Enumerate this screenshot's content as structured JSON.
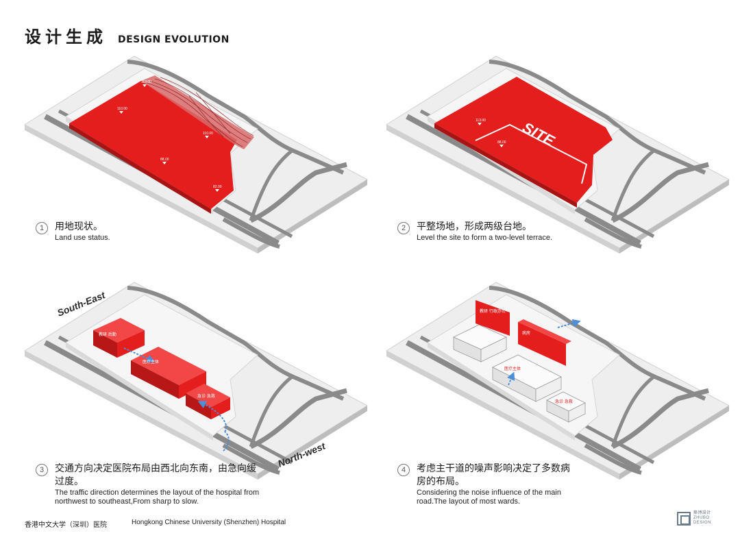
{
  "header": {
    "title_cn": "设计生成",
    "title_en": "DESIGN EVOLUTION"
  },
  "panels": [
    {
      "number": "1",
      "caption_cn": "用地现状。",
      "caption_en": "Land use status.",
      "elevations": [
        "113.00",
        "110.00",
        "110.00",
        "88.00",
        "82.00"
      ]
    },
    {
      "number": "2",
      "caption_cn": "平整场地，形成两级台地。",
      "caption_en": "Level the site to form a two-level terrace.",
      "elevations": [
        "113.00",
        "88.00"
      ],
      "site_label": "SITE"
    },
    {
      "number": "3",
      "caption_cn": "交通方向决定医院布局由西北向东南，由急向缓过度。",
      "caption_en": "The traffic direction determines the layout of the hospital from northwest to southeast,From sharp to slow.",
      "direction_labels": [
        "South-East",
        "North-west"
      ],
      "block_labels": [
        "教研\n后勤",
        "医疗主体",
        "急诊\n急救"
      ]
    },
    {
      "number": "4",
      "caption_cn": "考虑主干道的噪声影响决定了多数病房的布局。",
      "caption_en": "Considering the noise influence of the main road.The layout of most wards.",
      "block_labels": [
        "教研\n行政办公",
        "病房",
        "医疗主体",
        "急诊\n急救"
      ]
    }
  ],
  "footer": {
    "left_cn": "香港中文大学（深圳）医院",
    "left_en": "Hongkong Chinese University (Shenzhen) Hospital"
  },
  "logo": {
    "line1": "築博設計",
    "line2": "ZHUBO",
    "line3": "DESIGN"
  },
  "colors": {
    "site_red": "#e41d1d",
    "road_gray": "#8a8a8a",
    "ground": "#eeeeee",
    "platform": "#f7f7f7"
  }
}
